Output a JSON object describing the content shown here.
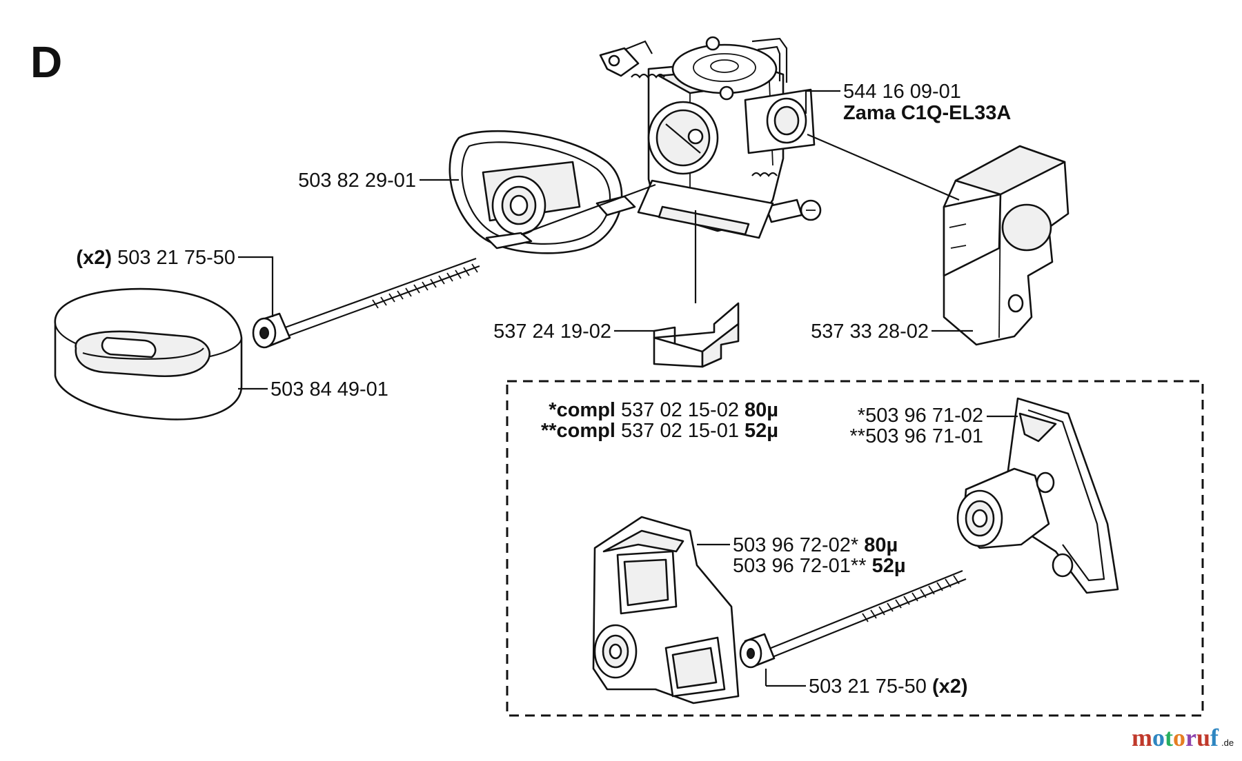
{
  "section_letter": "D",
  "labels": {
    "carb_part": "544 16 09-01",
    "carb_model": "Zama C1Q-EL33A",
    "gasket_part": "503 82 29-01",
    "screw_qty": "(x2)",
    "screw_part": "503 21 75-50",
    "filter_part": "503 84 49-01",
    "spacer_part": "537 24 19-02",
    "shield_part": "537 33 28-02"
  },
  "inset": {
    "compl_a_prefix": "*compl",
    "compl_a_part": "537 02 15-02",
    "compl_a_size": "80µ",
    "compl_b_prefix": "**compl",
    "compl_b_part": "537 02 15-01",
    "compl_b_size": "52µ",
    "holder_a": "*503 96 71-02",
    "holder_b": "**503 96 71-01",
    "cover_a_part": "503 96 72-02*",
    "cover_a_size": "80µ",
    "cover_b_part": "503 96 72-01**",
    "cover_b_size": "52µ",
    "screw_part": "503 21 75-50",
    "screw_qty": "(x2)"
  },
  "watermark": {
    "brand": "motoruf",
    "tld": ".de",
    "colors": [
      "#c0392b",
      "#2e86c1",
      "#27ae60",
      "#e67e22",
      "#8e44ad",
      "#c0392b",
      "#2e86c1"
    ]
  }
}
